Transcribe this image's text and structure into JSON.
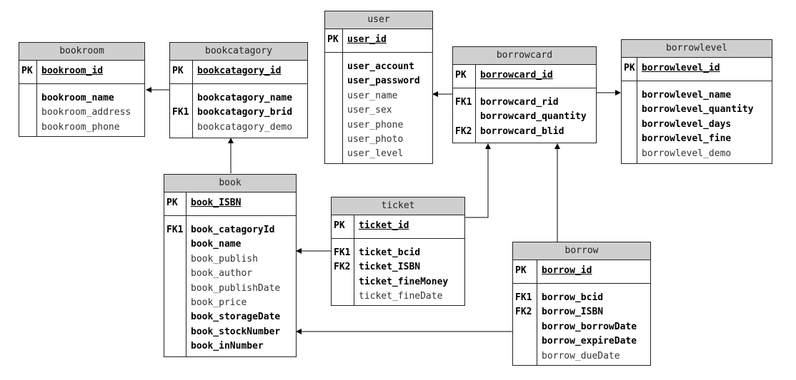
{
  "entities": {
    "user": {
      "title": "user",
      "pk_key": "PK",
      "pk_name": "user_id",
      "attrs": [
        {
          "key": "",
          "name": "user_account",
          "bold": true
        },
        {
          "key": "",
          "name": "user_password",
          "bold": true
        },
        {
          "key": "",
          "name": "user_name",
          "bold": false
        },
        {
          "key": "",
          "name": "user_sex",
          "bold": false
        },
        {
          "key": "",
          "name": "user_phone",
          "bold": false
        },
        {
          "key": "",
          "name": "user_photo",
          "bold": false
        },
        {
          "key": "",
          "name": "user_level",
          "bold": false
        }
      ]
    },
    "bookroom": {
      "title": "bookroom",
      "pk_key": "PK",
      "pk_name": "bookroom_id",
      "attrs": [
        {
          "key": "",
          "name": "bookroom_name",
          "bold": true
        },
        {
          "key": "",
          "name": "bookroom_address",
          "bold": false
        },
        {
          "key": "",
          "name": "bookroom_phone",
          "bold": false
        }
      ]
    },
    "bookcatagory": {
      "title": "bookcatagory",
      "pk_key": "PK",
      "pk_name": "bookcatagory_id",
      "attrs": [
        {
          "key": "",
          "name": "bookcatagory_name",
          "bold": true
        },
        {
          "key": "FK1",
          "name": "bookcatagory_brid",
          "bold": true
        },
        {
          "key": "",
          "name": "bookcatagory_demo",
          "bold": false
        }
      ]
    },
    "borrowcard": {
      "title": "borrowcard",
      "pk_key": "PK",
      "pk_name": "borrowcard_id",
      "attrs": [
        {
          "key": "FK1",
          "name": "borrowcard_rid",
          "bold": true
        },
        {
          "key": "",
          "name": "borrowcard_quantity",
          "bold": true
        },
        {
          "key": "FK2",
          "name": "borrowcard_blid",
          "bold": true
        }
      ]
    },
    "borrowlevel": {
      "title": "borrowlevel",
      "pk_key": "PK",
      "pk_name": "borrowlevel_id",
      "attrs": [
        {
          "key": "",
          "name": "borrowlevel_name",
          "bold": true
        },
        {
          "key": "",
          "name": "borrowlevel_quantity",
          "bold": true
        },
        {
          "key": "",
          "name": "borrowlevel_days",
          "bold": true
        },
        {
          "key": "",
          "name": "borrowlevel_fine",
          "bold": true
        },
        {
          "key": "",
          "name": "borrowlevel_demo",
          "bold": false
        }
      ]
    },
    "book": {
      "title": "book",
      "pk_key": "PK",
      "pk_name": "book_ISBN",
      "attrs": [
        {
          "key": "FK1",
          "name": "book_catagoryId",
          "bold": true
        },
        {
          "key": "",
          "name": "book_name",
          "bold": true
        },
        {
          "key": "",
          "name": "book_publish",
          "bold": false
        },
        {
          "key": "",
          "name": "book_author",
          "bold": false
        },
        {
          "key": "",
          "name": "book_publishDate",
          "bold": false
        },
        {
          "key": "",
          "name": "book_price",
          "bold": false
        },
        {
          "key": "",
          "name": "book_storageDate",
          "bold": true
        },
        {
          "key": "",
          "name": "book_stockNumber",
          "bold": true
        },
        {
          "key": "",
          "name": "book_inNumber",
          "bold": true
        }
      ]
    },
    "ticket": {
      "title": "ticket",
      "pk_key": "PK",
      "pk_name": "ticket_id",
      "attrs": [
        {
          "key": "FK1",
          "name": "ticket_bcid",
          "bold": true
        },
        {
          "key": "FK2",
          "name": "ticket_ISBN",
          "bold": true
        },
        {
          "key": "",
          "name": "ticket_fineMoney",
          "bold": true
        },
        {
          "key": "",
          "name": "ticket_fineDate",
          "bold": false
        }
      ]
    },
    "borrow": {
      "title": "borrow",
      "pk_key": "PK",
      "pk_name": "borrow_id",
      "attrs": [
        {
          "key": "FK1",
          "name": "borrow_bcid",
          "bold": true
        },
        {
          "key": "FK2",
          "name": "borrow_ISBN",
          "bold": true
        },
        {
          "key": "",
          "name": "borrow_borrowDate",
          "bold": true
        },
        {
          "key": "",
          "name": "borrow_expireDate",
          "bold": true
        },
        {
          "key": "",
          "name": "borrow_dueDate",
          "bold": false
        }
      ]
    }
  },
  "relationships": [
    {
      "from": "bookcatagory",
      "to": "bookroom"
    },
    {
      "from": "book",
      "to": "bookcatagory"
    },
    {
      "from": "borrowcard",
      "to": "user"
    },
    {
      "from": "borrowcard",
      "to": "borrowlevel"
    },
    {
      "from": "ticket",
      "to": "book"
    },
    {
      "from": "ticket",
      "to": "borrowcard"
    },
    {
      "from": "borrow",
      "to": "borrowcard"
    },
    {
      "from": "borrow",
      "to": "book"
    }
  ]
}
